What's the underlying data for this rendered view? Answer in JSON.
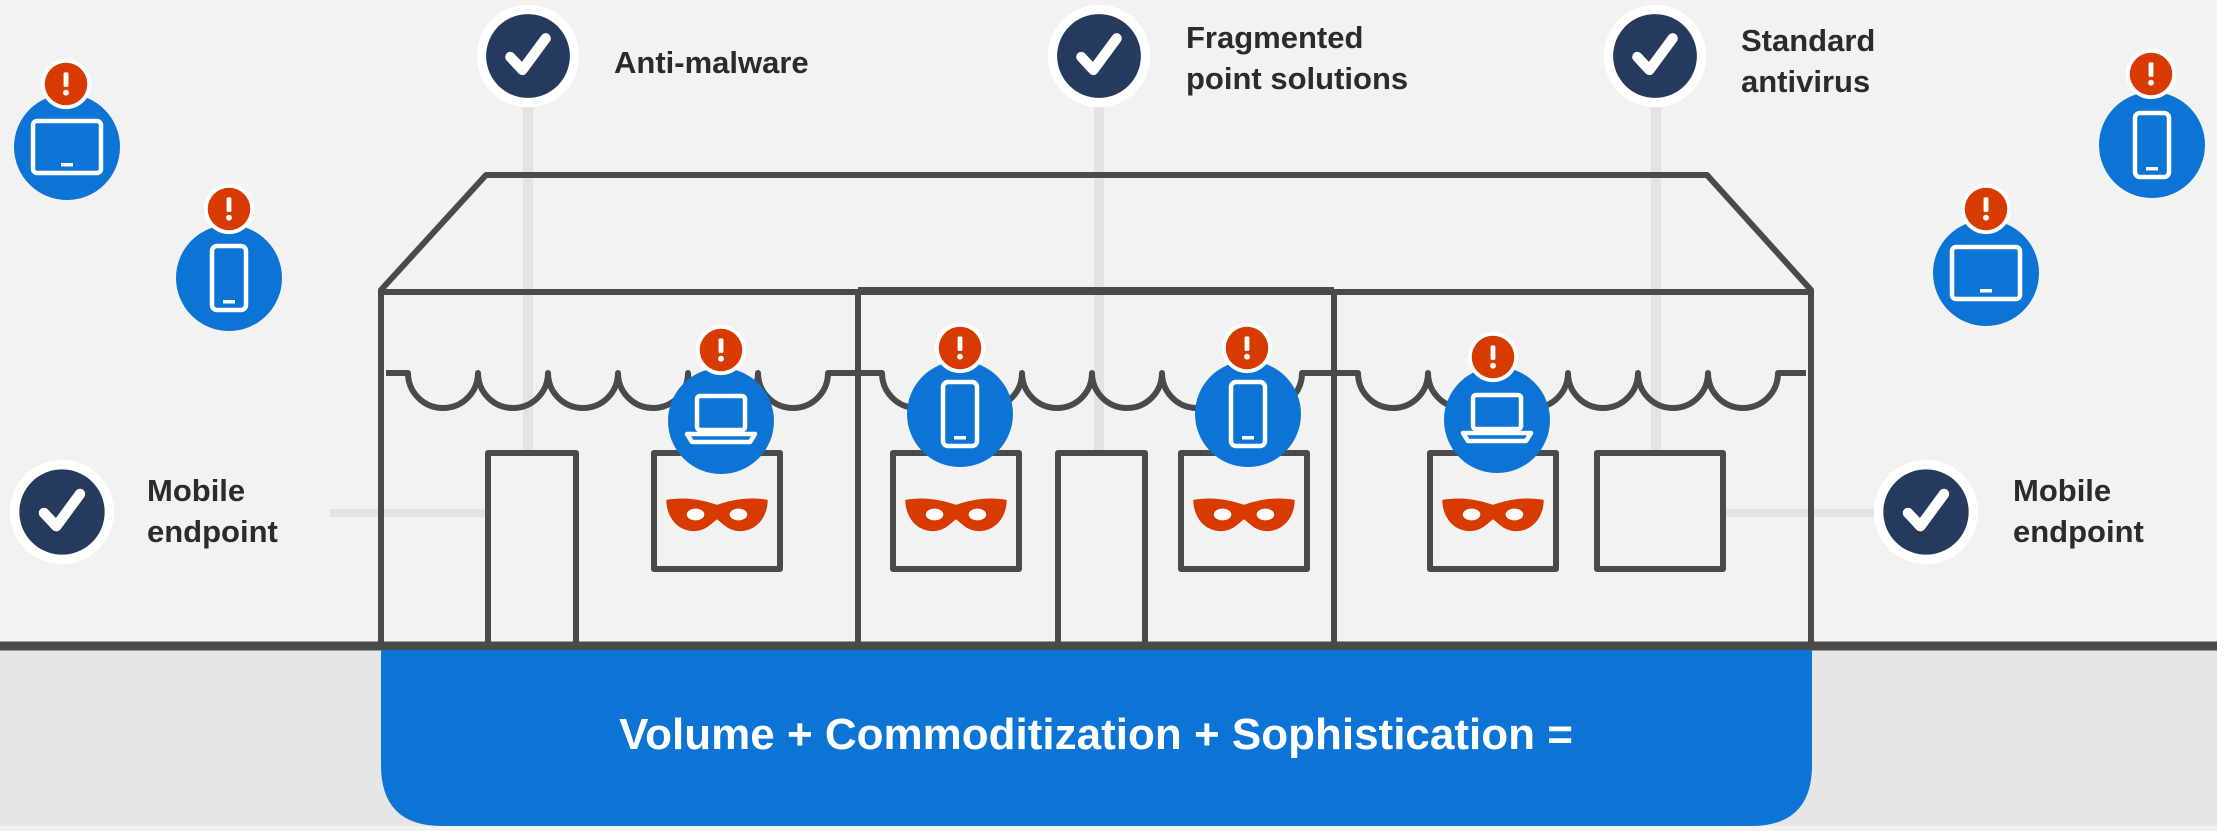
{
  "labels": {
    "anti_malware": [
      "Anti-malware"
    ],
    "fragmented": [
      "Fragmented",
      "point solutions"
    ],
    "standard_antivirus": [
      "Standard",
      "antivirus"
    ],
    "mobile_endpoint_left": [
      "Mobile",
      "endpoint"
    ],
    "mobile_endpoint_right": [
      "Mobile",
      "endpoint"
    ]
  },
  "banner": {
    "text": "Volume + Commoditization + Sophistication ="
  },
  "icons": {
    "check": "check-circle-icon",
    "alert": "alert-badge-icon",
    "laptop": "laptop-icon",
    "phone": "mobile-phone-icon",
    "tablet": "tablet-icon",
    "mask": "threat-mask-icon"
  },
  "colors": {
    "background": "#f2f2f2",
    "ground": "#e6e6e6",
    "outline": "#4a4a4a",
    "pole": "#e3e3e3",
    "navy": "#243a5e",
    "blue": "#0b74d4",
    "alert": "#d83b01",
    "banner": "#0b74d4",
    "text": "#2b2b2b"
  }
}
